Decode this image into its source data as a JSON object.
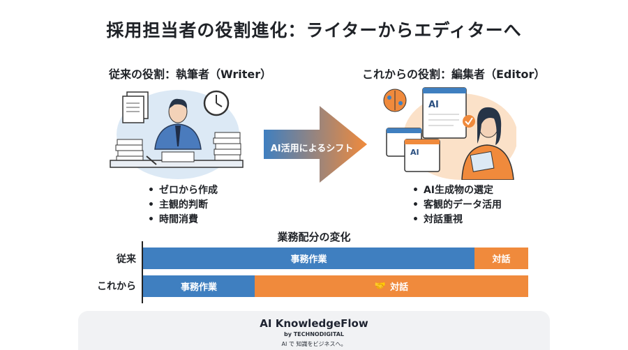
{
  "title": "採用担当者の役割進化：ライターからエディターへ",
  "before": {
    "heading": "従来の役割：執筆者（Writer）",
    "bullets": [
      "ゼロから作成",
      "主観的判断",
      "時間消費"
    ]
  },
  "after": {
    "heading": "これからの役割：編集者（Editor）",
    "bullets": [
      "AI生成物の選定",
      "客観的データ活用",
      "対話重視"
    ],
    "screen_label_main": "AI",
    "screen_label_small": "AI"
  },
  "shift_arrow": {
    "label": "AI活用によるシフト"
  },
  "allocation": {
    "title": "業務配分の変化",
    "rows": [
      {
        "label": "従来",
        "segments": [
          {
            "label": "事務作業",
            "share": 0.86,
            "color": "#3f7fc0"
          },
          {
            "label": "対話",
            "share": 0.14,
            "color": "#f08a3c"
          }
        ]
      },
      {
        "label": "これから",
        "segments": [
          {
            "label": "事務作業",
            "share": 0.29,
            "color": "#3f7fc0"
          },
          {
            "label": "対話",
            "share": 0.71,
            "color": "#f08a3c",
            "icon": "handshake-icon"
          }
        ]
      }
    ]
  },
  "footer": {
    "brand": "AI KnowledgeFlow",
    "byline": "by TECHNODIGITAL",
    "tagline": "AI で 知識をビジネスへ。"
  },
  "colors": {
    "blue": "#3f7fc0",
    "orange": "#f08a3c",
    "dark": "#1f2227"
  }
}
